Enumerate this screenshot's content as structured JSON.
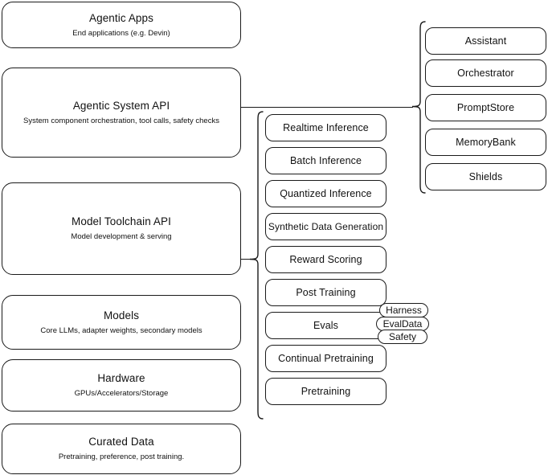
{
  "diagram": {
    "title": "AI Stack Layers Diagram",
    "stroke_color": "#1a1a1a",
    "background_color": "#ffffff",
    "layers": [
      {
        "name": "agentic-apps",
        "title": "Agentic Apps",
        "subtitle": "End applications (e.g. Devin)"
      },
      {
        "name": "agentic-system-api",
        "title": "Agentic System API",
        "subtitle": "System component orchestration, tool calls, safety checks"
      },
      {
        "name": "model-toolchain-api",
        "title": "Model Toolchain API",
        "subtitle": "Model development & serving"
      },
      {
        "name": "models",
        "title": "Models",
        "subtitle": "Core LLMs, adapter weights, secondary models"
      },
      {
        "name": "hardware",
        "title": "Hardware",
        "subtitle": "GPUs/Accelerators/Storage"
      },
      {
        "name": "curated-data",
        "title": "Curated Data",
        "subtitle": "Pretraining, preference, post training."
      }
    ],
    "toolchain_components": [
      {
        "name": "realtime-inference",
        "label": "Realtime Inference"
      },
      {
        "name": "batch-inference",
        "label": "Batch Inference"
      },
      {
        "name": "quantized-inference",
        "label": "Quantized Inference"
      },
      {
        "name": "synthetic-data-generation",
        "label": "Synthetic Data Generation"
      },
      {
        "name": "reward-scoring",
        "label": "Reward Scoring"
      },
      {
        "name": "post-training",
        "label": "Post Training"
      },
      {
        "name": "evals",
        "label": "Evals"
      },
      {
        "name": "continual-pretraining",
        "label": "Continual Pretraining"
      },
      {
        "name": "pretraining",
        "label": "Pretraining"
      }
    ],
    "system_components": [
      {
        "name": "assistant",
        "label": "Assistant"
      },
      {
        "name": "orchestrator",
        "label": "Orchestrator"
      },
      {
        "name": "promptstore",
        "label": "PromptStore"
      },
      {
        "name": "memorybank",
        "label": "MemoryBank"
      },
      {
        "name": "shields",
        "label": "Shields"
      }
    ],
    "eval_badges": [
      {
        "name": "harness",
        "label": "Harness"
      },
      {
        "name": "evaldata",
        "label": "EvalData"
      },
      {
        "name": "safety",
        "label": "Safety"
      }
    ]
  }
}
